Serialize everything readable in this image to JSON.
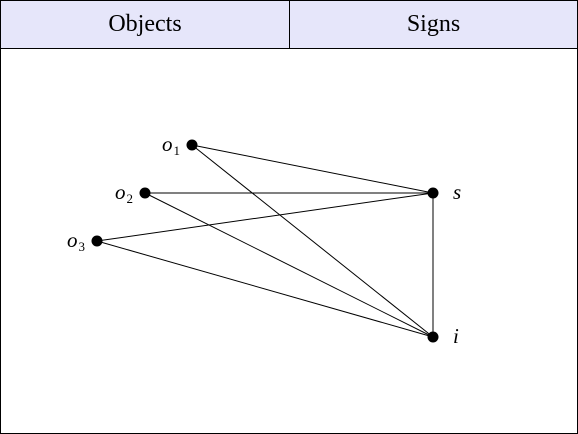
{
  "header": {
    "left": "Objects",
    "right": "Signs"
  },
  "colors": {
    "header_bg": "#e6e6fa",
    "line": "#000000"
  },
  "diagram": {
    "nodes": [
      {
        "id": "o1",
        "letter": "o",
        "sub": "1"
      },
      {
        "id": "o2",
        "letter": "o",
        "sub": "2"
      },
      {
        "id": "o3",
        "letter": "o",
        "sub": "3"
      },
      {
        "id": "s",
        "letter": "s",
        "sub": ""
      },
      {
        "id": "i",
        "letter": "i",
        "sub": ""
      }
    ],
    "edges": [
      [
        "o1",
        "s"
      ],
      [
        "o1",
        "i"
      ],
      [
        "o2",
        "s"
      ],
      [
        "o2",
        "i"
      ],
      [
        "o3",
        "s"
      ],
      [
        "o3",
        "i"
      ],
      [
        "s",
        "i"
      ]
    ]
  }
}
